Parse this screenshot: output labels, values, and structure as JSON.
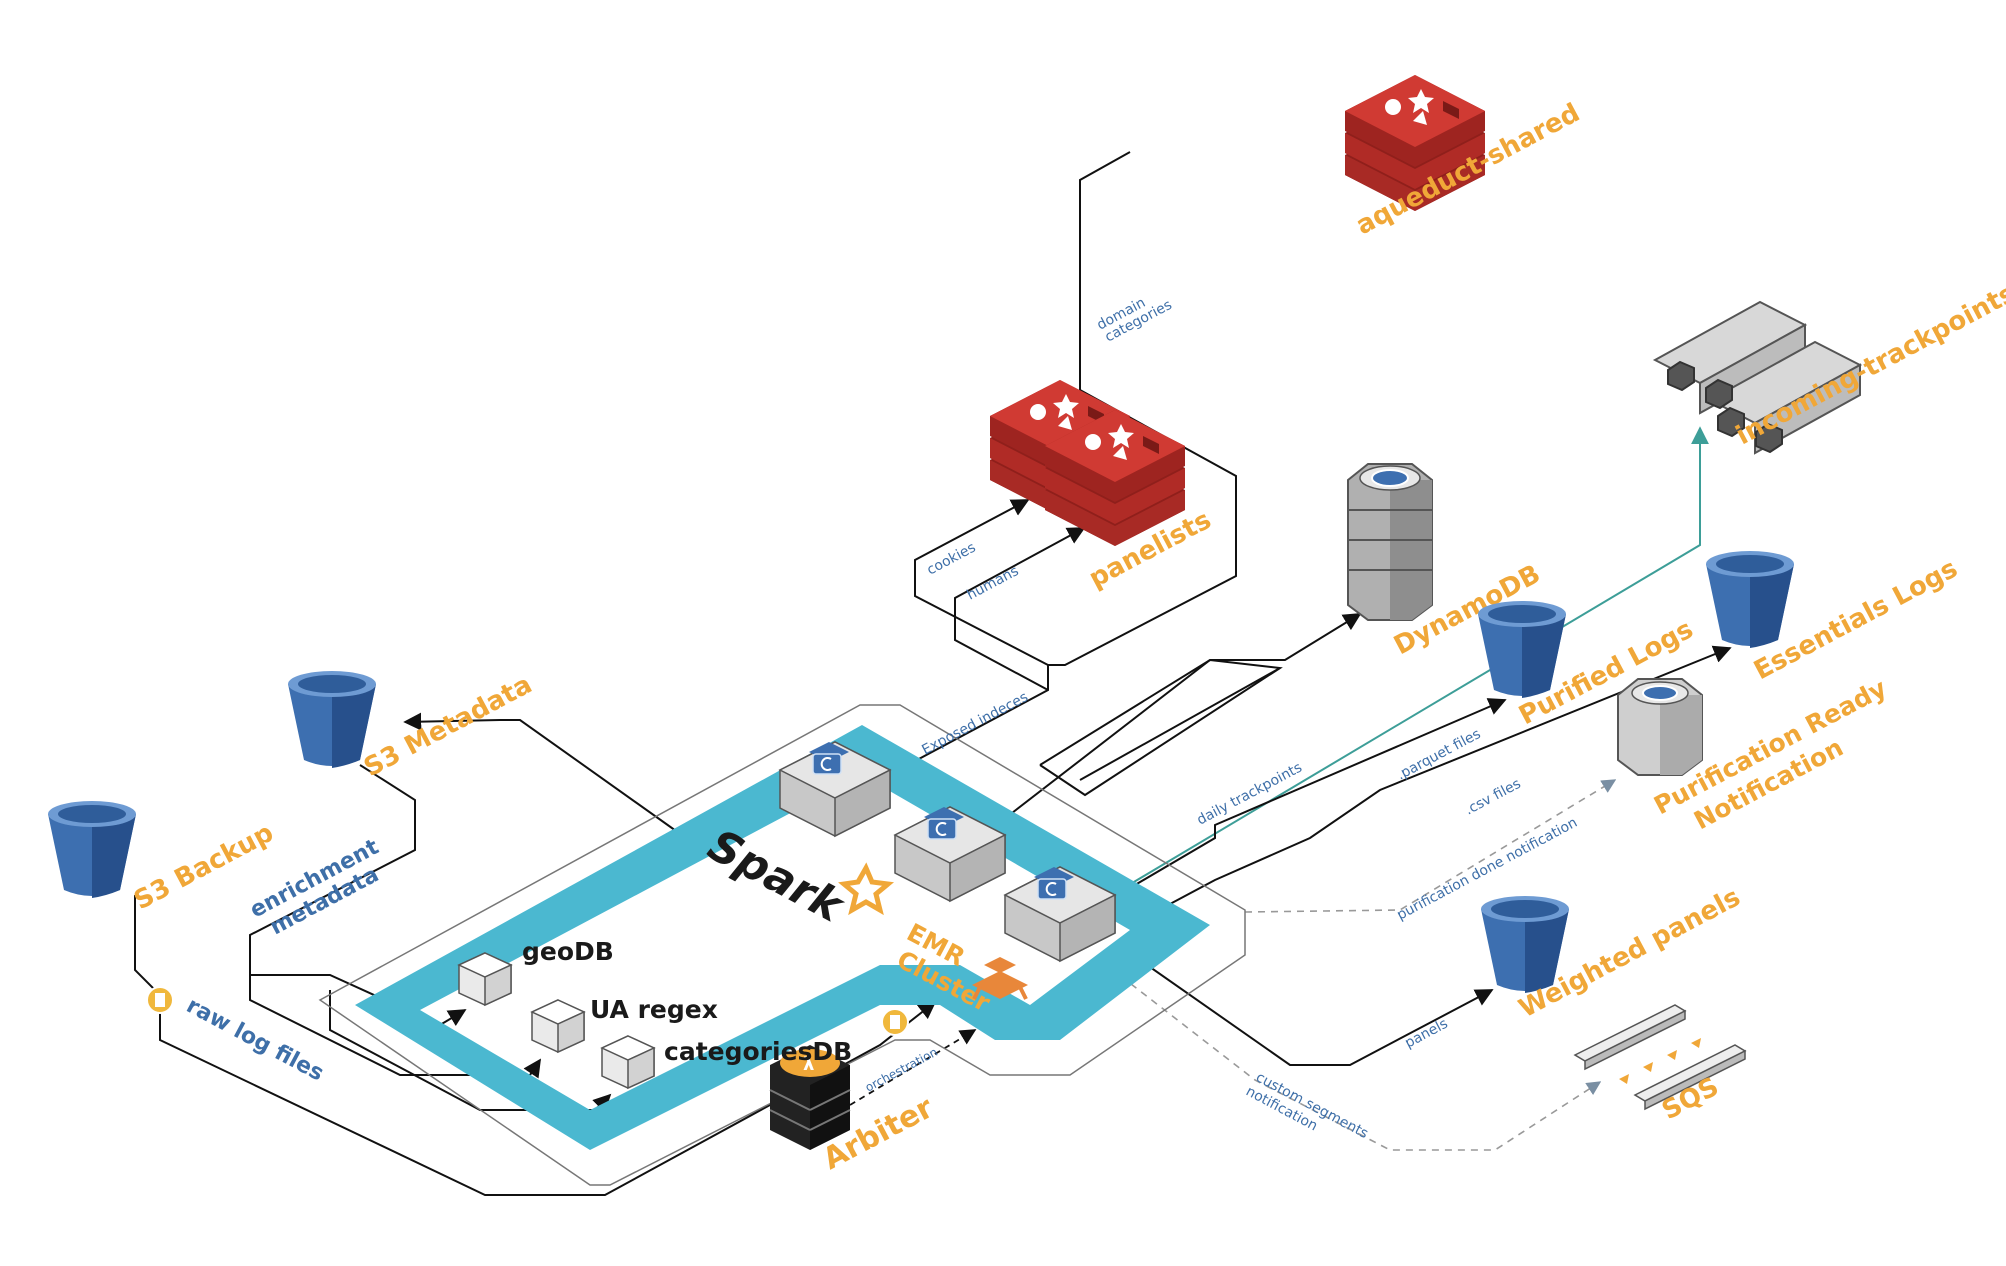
{
  "nodes": {
    "aqueduct_shared": "aqueduct-shared",
    "incoming_trackpoints": "incoming-trackpoints",
    "panelists": "panelists",
    "dynamodb": "DynamoDB",
    "essentials_logs": "Essentials Logs",
    "purified_logs": "Purified Logs",
    "purification_ready_line1": "Purification Ready",
    "purification_ready_line2": "Notification",
    "s3_metadata": "S3 Metadata",
    "s3_backup": "S3 Backup",
    "weighted_panels": "Weighted panels",
    "sqs": "SQS",
    "arbiter": "Arbiter",
    "emr_line1": "EMR",
    "emr_line2": "Cluster",
    "spark": "Spark",
    "geodb": "geoDB",
    "ua_regex": "UA regex",
    "categoriesdb": "categoriesDB"
  },
  "edges": {
    "domain": "domain",
    "categories": "categories",
    "cookies": "cookies",
    "humans": "humans",
    "exposed_indeces": "Exposed indeces",
    "daily_trackpoints": "daily trackpoints",
    "parquet_files": ".parquet files",
    "csv_files": ".csv files",
    "purification_done": "purification done notification",
    "panels": "panels",
    "custom_segments_line1": "custom segments",
    "custom_segments_line2": "notification",
    "orchestration": "orchestration",
    "enrichment_line1": "enrichment",
    "enrichment_line2": "metadata",
    "raw_log_files": "raw log files"
  },
  "colors": {
    "accent_orange": "#F0A738",
    "label_blue": "#3E6FA8",
    "bucket_blue": "#3D6FB0",
    "redis_red": "#C9302C",
    "cluster_cyan": "#4BB8D0",
    "teal_line": "#3d9e98"
  }
}
